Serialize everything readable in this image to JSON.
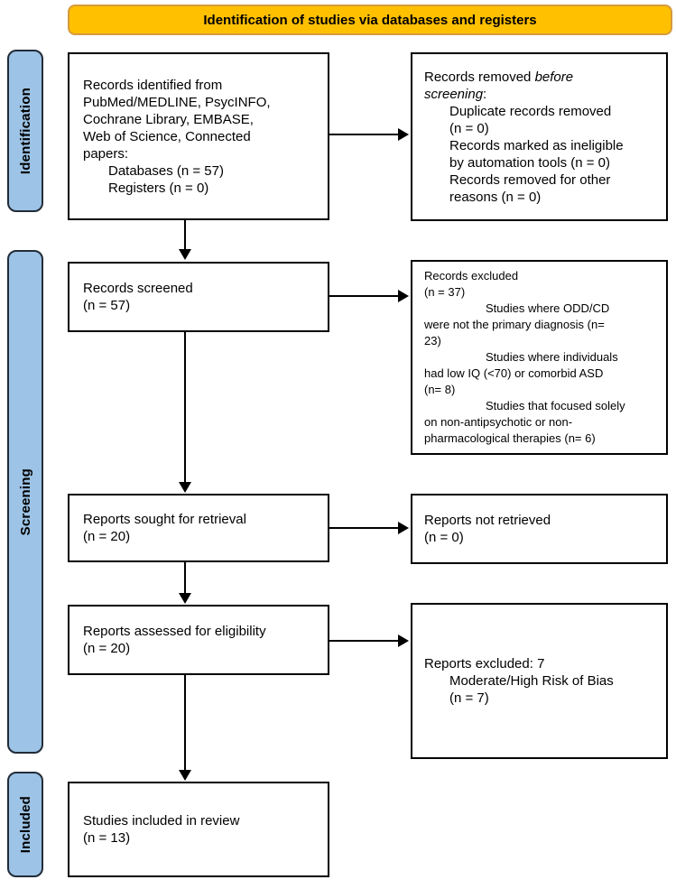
{
  "colors": {
    "banner_fill": "#FFC000",
    "banner_border": "#D59B3D",
    "stage_fill": "#9DC3E6",
    "stage_border": "#222C38",
    "box_border": "#000000",
    "arrow": "#000000"
  },
  "banner": {
    "title": "Identification of studies via databases and registers"
  },
  "stages": {
    "identification": "Identification",
    "screening": "Screening",
    "included": "Included"
  },
  "flow": {
    "records_identified": {
      "lines": [
        "Records identified from",
        "PubMed/MEDLINE, PsycINFO,",
        "Cochrane Library, EMBASE,",
        "Web of Science, Connected",
        "papers:"
      ],
      "items": [
        "Databases (n = 57)",
        "Registers (n = 0)"
      ]
    },
    "records_removed": {
      "line1_normal": "Records removed ",
      "line1_italic": "before",
      "line2_italic": "screening",
      "line2_normal": ":",
      "item_lines": [
        "Duplicate records removed",
        "(n = 0)",
        "Records marked as ineligible",
        "by automation tools (n = 0)",
        "Records removed for other",
        "reasons (n = 0)"
      ]
    },
    "records_screened": {
      "lines": [
        "Records screened",
        "(n = 57)"
      ]
    },
    "records_excluded": {
      "lines": [
        "Records excluded",
        "(n = 37)"
      ],
      "reason_lines": [
        "Studies where ODD/CD",
        "were not the primary diagnosis (n=",
        "23)",
        "Studies where individuals",
        "had low IQ (<70) or comorbid ASD",
        "(n= 8)",
        "Studies that focused solely",
        "on non-antipsychotic or non-",
        "pharmacological therapies (n= 6)"
      ]
    },
    "reports_sought": {
      "lines": [
        "Reports sought for retrieval",
        "(n = 20)"
      ]
    },
    "reports_not_retrieved": {
      "lines": [
        "Reports not retrieved",
        "(n = 0)"
      ]
    },
    "reports_assessed": {
      "lines": [
        "Reports assessed for eligibility",
        "(n = 20)"
      ]
    },
    "reports_excluded": {
      "line1": "Reports excluded: 7",
      "item_lines": [
        "Moderate/High Risk of Bias",
        "(n = 7)"
      ]
    },
    "studies_included": {
      "lines": [
        "Studies included in review",
        "(n = 13)"
      ]
    }
  }
}
